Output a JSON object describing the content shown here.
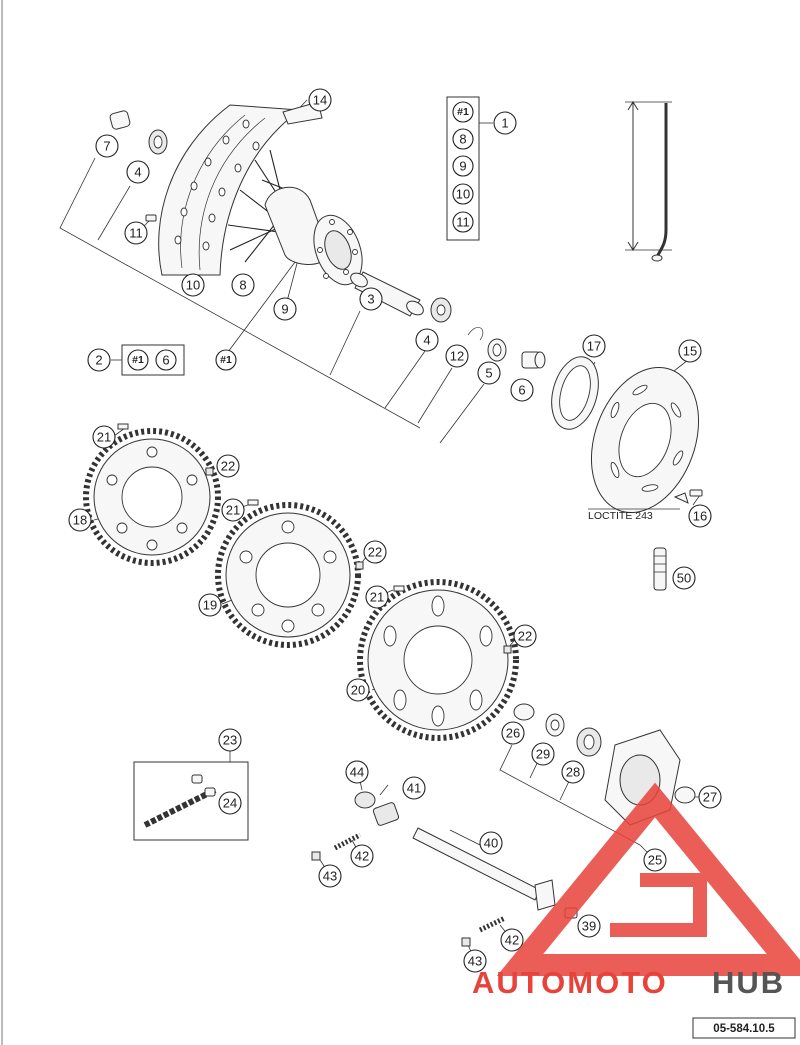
{
  "callouts": [
    {
      "id": "c14",
      "label": "14"
    },
    {
      "id": "c7",
      "label": "7"
    },
    {
      "id": "c4a",
      "label": "4"
    },
    {
      "id": "c11a",
      "label": "11"
    },
    {
      "id": "c10a",
      "label": "10"
    },
    {
      "id": "c8a",
      "label": "8"
    },
    {
      "id": "c9a",
      "label": "9"
    },
    {
      "id": "c3",
      "label": "3"
    },
    {
      "id": "c1",
      "label": "1"
    },
    {
      "id": "c2",
      "label": "2"
    },
    {
      "id": "c4b",
      "label": "4"
    },
    {
      "id": "c12",
      "label": "12"
    },
    {
      "id": "c5",
      "label": "5"
    },
    {
      "id": "c6b",
      "label": "6"
    },
    {
      "id": "c17",
      "label": "17"
    },
    {
      "id": "c15",
      "label": "15"
    },
    {
      "id": "c16",
      "label": "16"
    },
    {
      "id": "c50",
      "label": "50"
    },
    {
      "id": "c21a",
      "label": "21"
    },
    {
      "id": "c22a",
      "label": "22"
    },
    {
      "id": "c18",
      "label": "18"
    },
    {
      "id": "c21b",
      "label": "21"
    },
    {
      "id": "c22b",
      "label": "22"
    },
    {
      "id": "c19",
      "label": "19"
    },
    {
      "id": "c21c",
      "label": "21"
    },
    {
      "id": "c22c",
      "label": "22"
    },
    {
      "id": "c20",
      "label": "20"
    },
    {
      "id": "c23",
      "label": "23"
    },
    {
      "id": "c24",
      "label": "24"
    },
    {
      "id": "c44",
      "label": "44"
    },
    {
      "id": "c41",
      "label": "41"
    },
    {
      "id": "c40",
      "label": "40"
    },
    {
      "id": "c42a",
      "label": "42"
    },
    {
      "id": "c43a",
      "label": "43"
    },
    {
      "id": "c26",
      "label": "26"
    },
    {
      "id": "c29",
      "label": "29"
    },
    {
      "id": "c28",
      "label": "28"
    },
    {
      "id": "c27",
      "label": "27"
    },
    {
      "id": "c25",
      "label": "25"
    },
    {
      "id": "c39",
      "label": "39"
    },
    {
      "id": "c42b",
      "label": "42"
    },
    {
      "id": "c43b",
      "label": "43"
    }
  ],
  "kit_box": {
    "items": [
      "#1",
      "8",
      "9",
      "10",
      "11"
    ]
  },
  "kit2": {
    "items": [
      "#1",
      "6"
    ]
  },
  "hub_ref": "#1",
  "note_loctite": "LOCTITE 243",
  "watermark": {
    "part1": "AUTOMOTO",
    "part2": "HUB"
  },
  "drawing_number": "05-584.10.5",
  "colors": {
    "watermark_red": "#e8433a",
    "watermark_gray": "#555555"
  }
}
